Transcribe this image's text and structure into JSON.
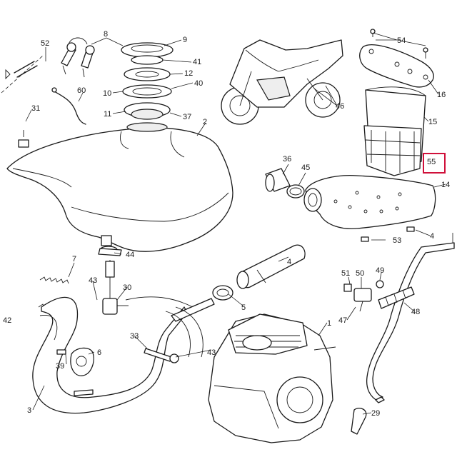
{
  "diagram": {
    "highlight_color": "#d0103a",
    "line_color": "#1a1a1a",
    "highlighted_callout": "55",
    "callouts": {
      "c1": "1",
      "c2": "2",
      "c3": "3",
      "c4": "4",
      "c4b": "4",
      "c5": "5",
      "c6": "6",
      "c7": "7",
      "c8": "8",
      "c9": "9",
      "c10": "10",
      "c11": "11",
      "c12": "12",
      "c14": "14",
      "c15": "15",
      "c16": "16",
      "c29": "29",
      "c30": "30",
      "c31": "31",
      "c33": "33",
      "c36": "36",
      "c37": "37",
      "c39": "39",
      "c40": "40",
      "c41": "41",
      "c42": "42",
      "c43a": "43",
      "c43b": "43",
      "c44": "44",
      "c45": "45",
      "c46": "46",
      "c47": "47",
      "c48": "48",
      "c49": "49",
      "c50": "50",
      "c51": "51",
      "c52": "52",
      "c53": "53",
      "c54": "54",
      "c55": "55",
      "c60": "60"
    }
  }
}
